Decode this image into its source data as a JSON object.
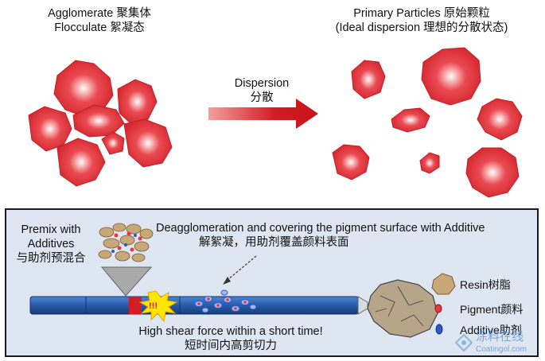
{
  "top": {
    "agglomerate_title": "Agglomerate 聚集体",
    "flocculate_title": "Flocculate 絮凝态",
    "primary_title": "Primary Particles 原始颗粒",
    "ideal_subtitle": "(Ideal dispersion 理想的分散状态)",
    "dispersion_label": "Dispersion",
    "dispersion_cn": "分散"
  },
  "process": {
    "premix_line1": "Premix with",
    "premix_line2": "Additives",
    "premix_cn": "与助剂预混合",
    "deagg_en": "Deagglomeration and covering the pigment surface with Additive",
    "deagg_cn": "解絮凝，用助剂覆盖颜料表面",
    "warning_text": "!!!",
    "shear_en": "High shear force within a short time!",
    "shear_cn": "短时间内高剪切力"
  },
  "legend": {
    "resin": "Resin树脂",
    "pigment": "Pigment颜料",
    "additive": "Additive助剂"
  },
  "watermark": {
    "cn": "涂料在线",
    "en": "Coatingol.com"
  },
  "colors": {
    "particle_red": "#e8373f",
    "arrow_red": "#d31c23",
    "tube_blue": "#2a5fae",
    "resin_tan": "#c8a878",
    "additive_blue": "#3056c8",
    "panel_bg": "#dde6f1"
  }
}
